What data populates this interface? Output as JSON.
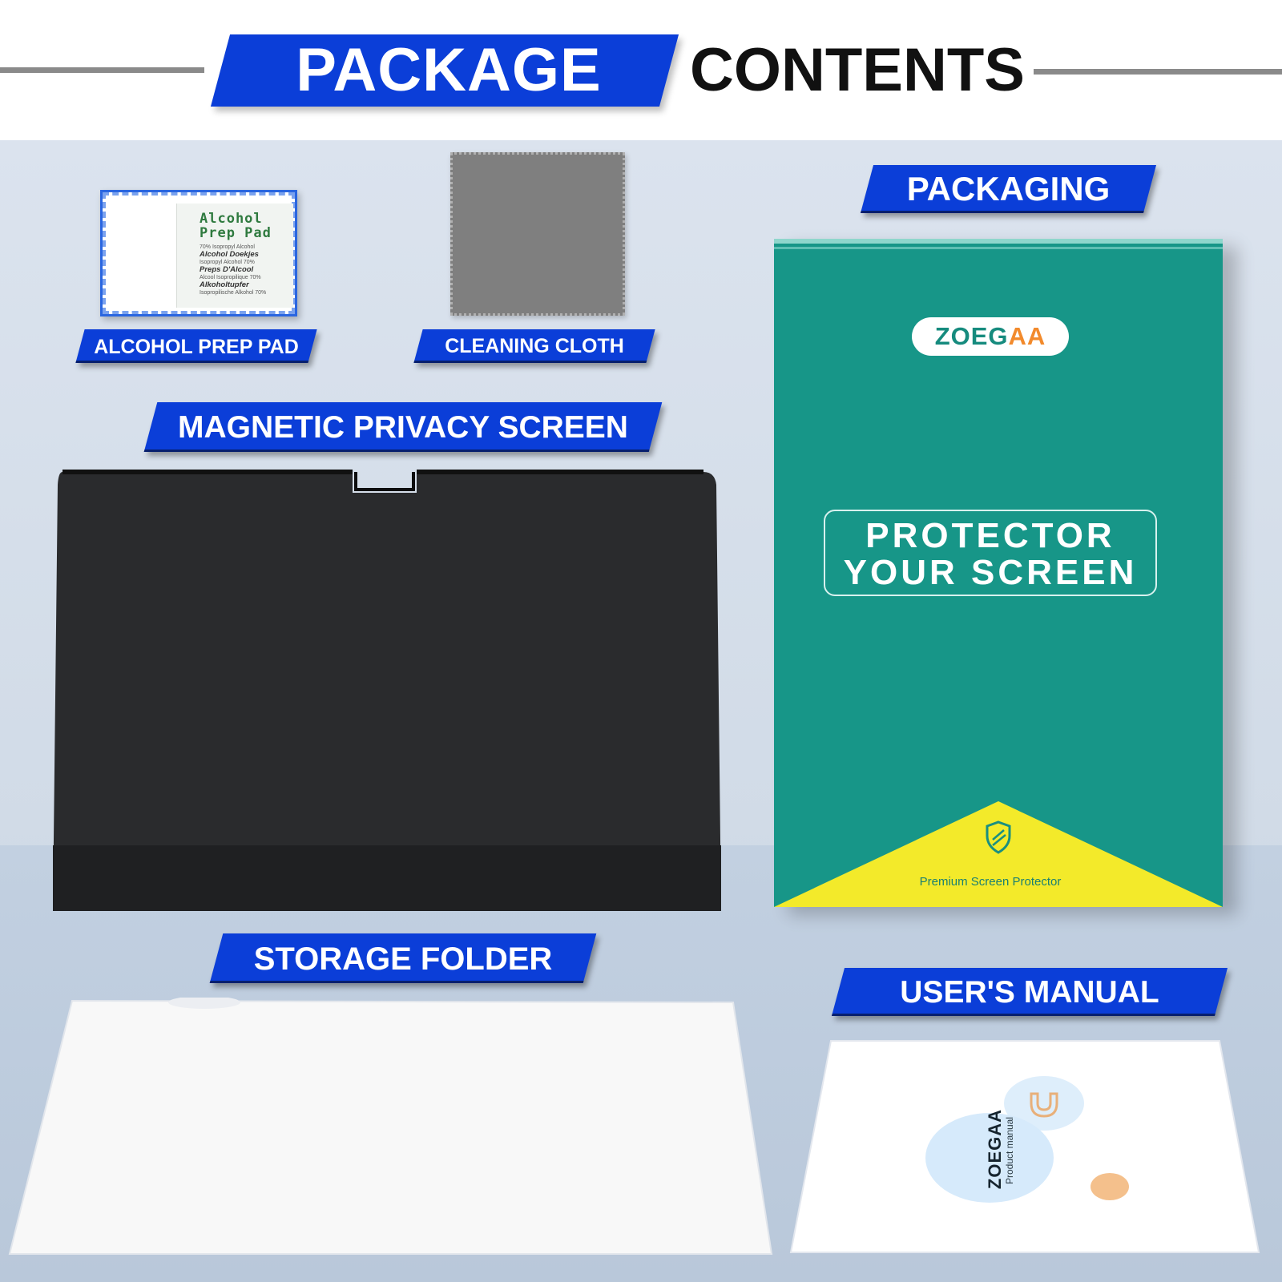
{
  "header": {
    "title_highlight": "PACKAGE",
    "title_rest": "CONTENTS"
  },
  "items": {
    "alcohol_pad": {
      "label": "ALCOHOL PREP PAD",
      "print_title_1": "Alcohol",
      "print_title_2": "Prep Pad",
      "print_lines": [
        "70% Isopropyl Alcohol",
        "Alcohol Doekjes",
        "Isopropyl Alcohol 70%",
        "Preps D'Alcool",
        "Alcool Isopropilique 70%",
        "Alkoholtupfer",
        "Isopropilische Alkohol 70%"
      ]
    },
    "cleaning_cloth": {
      "label": "CLEANING CLOTH"
    },
    "privacy_screen": {
      "label": "MAGNETIC PRIVACY SCREEN"
    },
    "packaging": {
      "label": "PACKAGING",
      "brand_main": "ZOEG",
      "brand_accent": "AA",
      "slogan_line_1": "PROTECTOR",
      "slogan_line_2": "YOUR SCREEN",
      "footer": "Premium Screen Protector"
    },
    "storage_folder": {
      "label": "STORAGE FOLDER"
    },
    "users_manual": {
      "label": "USER'S MANUAL",
      "brand": "ZOEGAA",
      "subtitle": "Product manual"
    }
  },
  "colors": {
    "banner_blue": "#0b3ed8",
    "box_teal": "#179688",
    "box_yellow": "#f3ea2a",
    "brand_orange": "#f28a2c"
  }
}
